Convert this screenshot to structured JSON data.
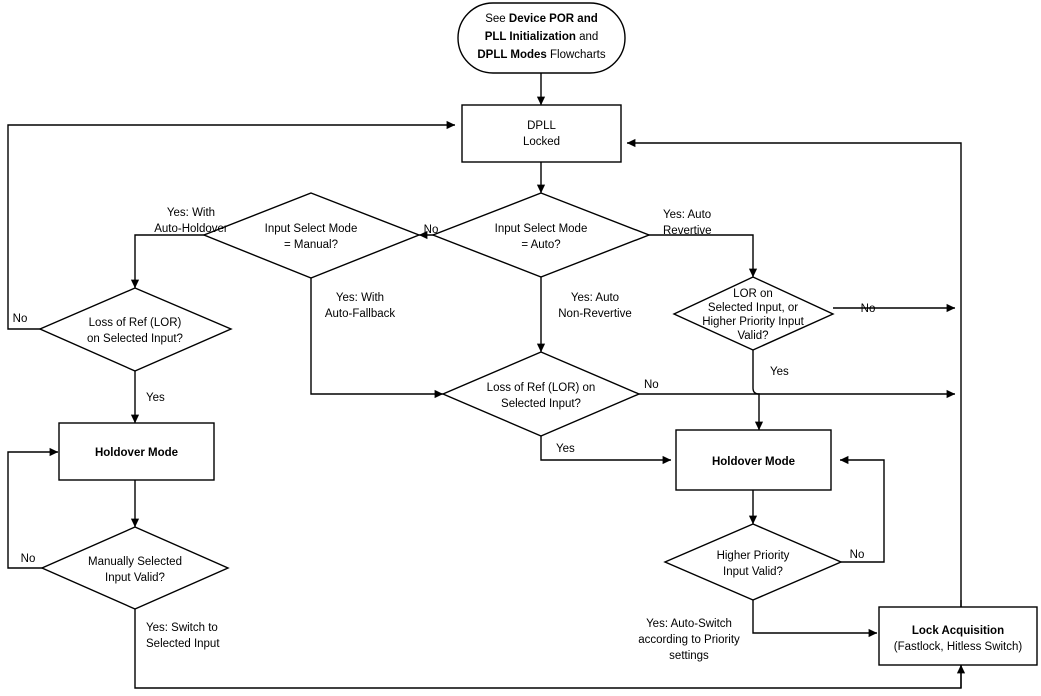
{
  "diagram": {
    "title": "DPLL Operating Modes Flowchart",
    "line_color": "#000000",
    "fill_color": "#ffffff"
  },
  "nodes": {
    "start_oval": {
      "type": "terminator",
      "lines": [
        [
          {
            "t": "See ",
            "bold": false
          },
          {
            "t": "Device POR and",
            "bold": true
          }
        ],
        [
          {
            "t": "PLL Initialization",
            "bold": true
          },
          {
            "t": " and",
            "bold": false
          }
        ],
        [
          {
            "t": "DPLL Modes",
            "bold": true
          },
          {
            "t": " Flowcharts",
            "bold": false
          }
        ]
      ]
    },
    "dpll_locked": {
      "type": "process",
      "lines": [
        "DPLL",
        "Locked"
      ]
    },
    "input_select_manual": {
      "type": "decision",
      "lines": [
        "Input Select Mode",
        "= Manual?"
      ]
    },
    "input_select_auto": {
      "type": "decision",
      "lines": [
        "Input Select Mode",
        "= Auto?"
      ]
    },
    "lor_selected_left": {
      "type": "decision",
      "lines": [
        "Loss of Ref (LOR)",
        "on Selected Input?"
      ]
    },
    "lor_selected_center": {
      "type": "decision",
      "lines": [
        "Loss of Ref (LOR) on",
        "Selected Input?"
      ]
    },
    "lor_or_higher_priority": {
      "type": "decision",
      "lines": [
        "LOR on",
        "Selected Input, or",
        "Higher Priority Input",
        "Valid?"
      ]
    },
    "holdover_left": {
      "type": "process",
      "lines": [
        "Holdover Mode"
      ]
    },
    "holdover_right": {
      "type": "process",
      "lines": [
        "Holdover Mode"
      ]
    },
    "manually_selected_valid": {
      "type": "decision",
      "lines": [
        "Manually Selected",
        "Input Valid?"
      ]
    },
    "higher_priority_valid": {
      "type": "decision",
      "lines": [
        "Higher Priority",
        "Input Valid?"
      ]
    },
    "lock_acquisition": {
      "type": "process",
      "lines": [
        "Lock Acquisition",
        "(Fastlock, Hitless Switch)"
      ]
    }
  },
  "edge_labels": {
    "yes_with_auto_holdover": [
      "Yes: With",
      "Auto-Holdover"
    ],
    "no_auto_to_manual": [
      "No"
    ],
    "yes_auto_revertive": [
      "Yes: Auto",
      "Revertive"
    ],
    "no_lor_left": [
      "No"
    ],
    "yes_with_auto_fallback": [
      "Yes: With",
      "Auto-Fallback"
    ],
    "yes_auto_non_revertive": [
      "Yes: Auto",
      "Non-Revertive"
    ],
    "no_lor_or_higher": [
      "No"
    ],
    "yes_lor_or_higher": [
      "Yes"
    ],
    "yes_lor_left": [
      "Yes"
    ],
    "no_lor_center": [
      "No"
    ],
    "yes_lor_center": [
      "Yes"
    ],
    "no_manually_selected": [
      "No"
    ],
    "yes_switch_to_selected": [
      "Yes: Switch to",
      "Selected Input"
    ],
    "no_higher_priority": [
      "No"
    ],
    "yes_auto_switch": [
      "Yes: Auto-Switch",
      "according to Priority",
      "settings"
    ]
  }
}
